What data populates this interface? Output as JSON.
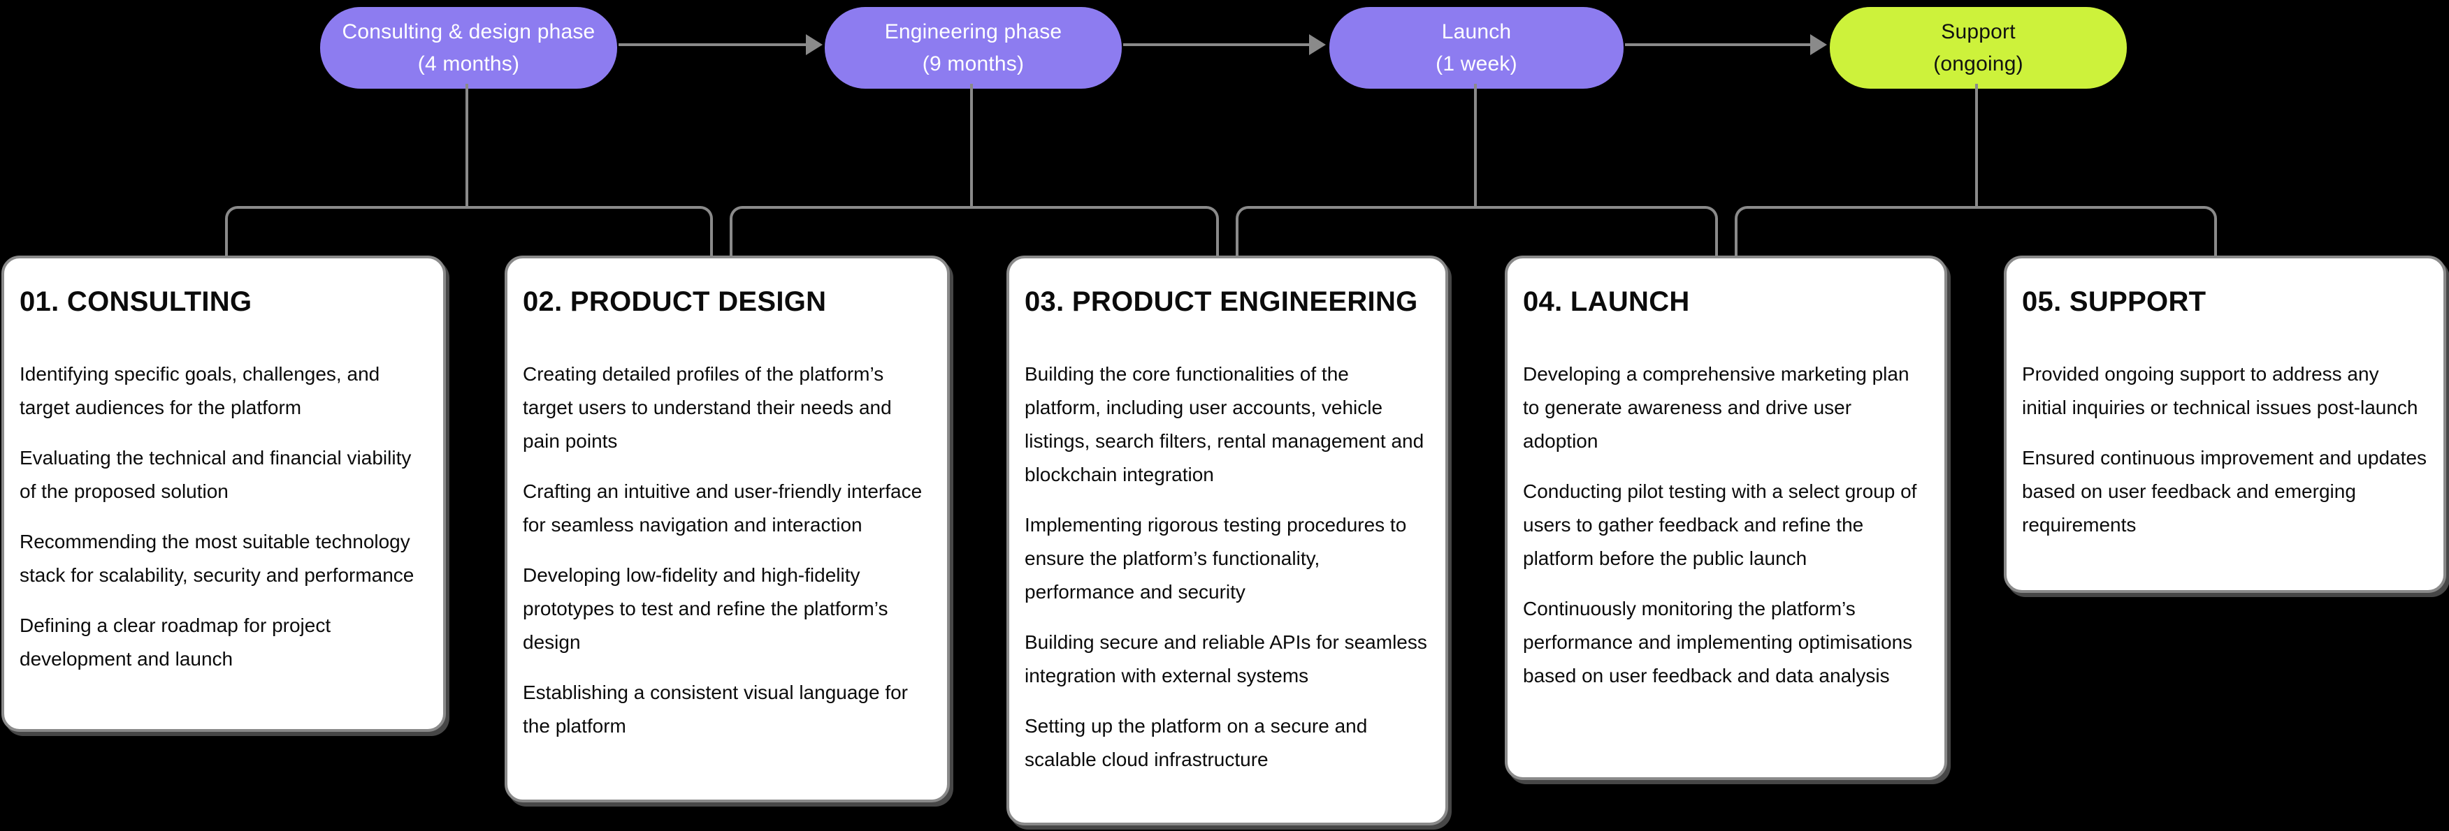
{
  "colors": {
    "background": "#000000",
    "phase_pill_purple": "#8d7cf0",
    "phase_pill_lime": "#cdf23b",
    "pill_text_light": "#ffffff",
    "pill_text_dark": "#111111",
    "connector_gray": "#8a8a8a",
    "card_background": "#ffffff",
    "card_border": "#8a8a8a",
    "card_text": "#0b0b0b"
  },
  "phases": [
    {
      "title": "Consulting & design phase",
      "subtitle": "(4 months)",
      "color": "#8d7cf0"
    },
    {
      "title": "Engineering phase",
      "subtitle": "(9 months)",
      "color": "#8d7cf0"
    },
    {
      "title": "Launch",
      "subtitle": "(1 week)",
      "color": "#8d7cf0"
    },
    {
      "title": "Support",
      "subtitle": "(ongoing)",
      "color": "#cdf23b"
    }
  ],
  "cards": [
    {
      "title": "01. CONSULTING",
      "paragraphs": [
        "Identifying specific goals, challenges, and target audiences for the platform",
        "Evaluating the technical and financial viability of the proposed solution",
        "Recommending the most suitable technology stack for scalability, security and performance",
        "Defining a clear roadmap for project development and launch"
      ]
    },
    {
      "title": "02. PRODUCT DESIGN",
      "paragraphs": [
        "Creating detailed profiles of the platform’s target users to understand their needs and pain points",
        "Crafting an intuitive and user-friendly interface for seamless navigation and interaction",
        "Developing low-fidelity and high-fidelity prototypes to test and refine the platform’s design",
        "Establishing a consistent visual language for the platform"
      ]
    },
    {
      "title": "03. PRODUCT ENGINEERING",
      "paragraphs": [
        "Building the core functionalities of the platform, including user accounts, vehicle listings, search filters, rental management and blockchain integration",
        "Implementing rigorous testing procedures to ensure the platform’s functionality, performance and security",
        "Building secure and reliable APIs for seamless integration with external systems",
        "Setting up the platform on a secure and scalable cloud infrastructure"
      ]
    },
    {
      "title": "04. LAUNCH",
      "paragraphs": [
        "Developing a comprehensive marketing plan to generate awareness and drive user adoption",
        "Conducting pilot testing with a select group of users to gather feedback and refine the platform before the public launch",
        "Continuously monitoring the platform’s performance and implementing optimisations based on user feedback and data analysis"
      ]
    },
    {
      "title": "05. SUPPORT",
      "paragraphs": [
        "Provided ongoing support to address any initial inquiries or technical issues post-launch",
        "Ensured continuous improvement and updates based on user feedback and emerging requirements"
      ]
    }
  ]
}
